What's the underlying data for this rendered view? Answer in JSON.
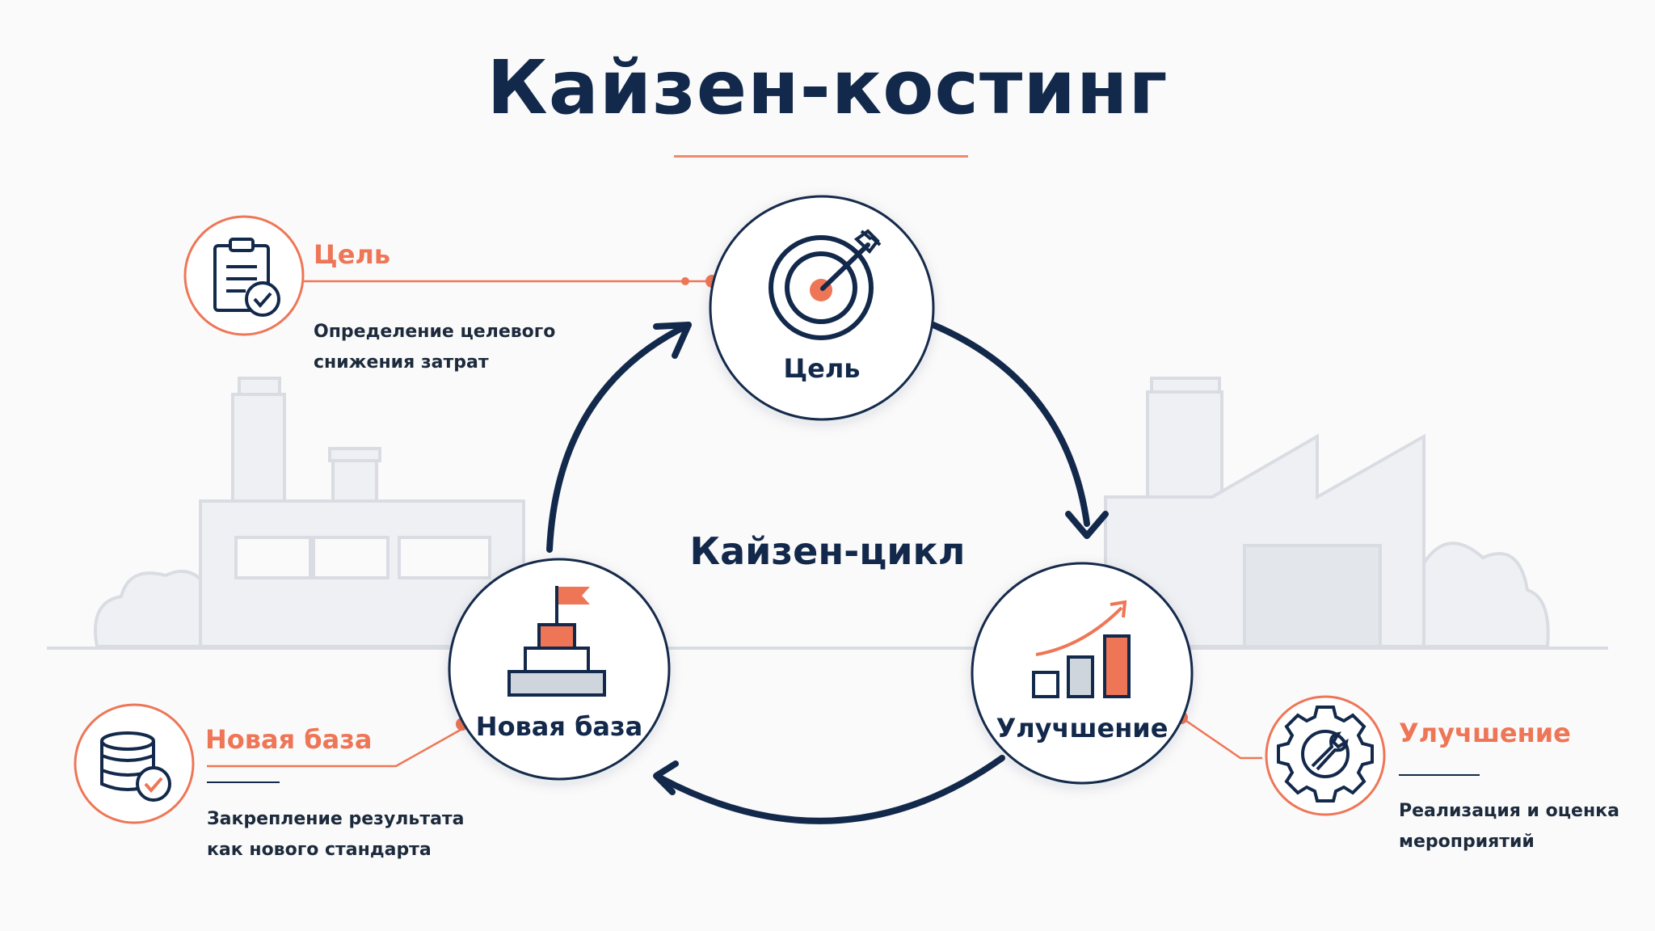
{
  "title": "Кайзен-костинг",
  "cycle_label": "Кайзен-цикл",
  "nodes": {
    "goal": "Цель",
    "improve": "Улучшение",
    "base": "Новая база"
  },
  "callouts": {
    "goal": {
      "title": "Цель",
      "line1": "Определение целевого",
      "line2": "снижения затрат"
    },
    "improve": {
      "title": "Улучшение",
      "line1": "Реализация и оценка",
      "line2": "мероприятий"
    },
    "base": {
      "title": "Новая база",
      "line1": "Закрепление результата",
      "line2": "как нового стандарта"
    }
  },
  "icons": {
    "goal_node": "target-arrow-icon",
    "improve_node": "growth-bar-chart-icon",
    "base_node": "pyramid-flag-icon",
    "goal_callout": "clipboard-check-icon",
    "improve_callout": "gear-wrench-icon",
    "base_callout": "database-check-icon"
  },
  "colors": {
    "navy": "#13294b",
    "accent": "#ee7656",
    "background": "#fafafa",
    "factory": "#d9dde3"
  }
}
